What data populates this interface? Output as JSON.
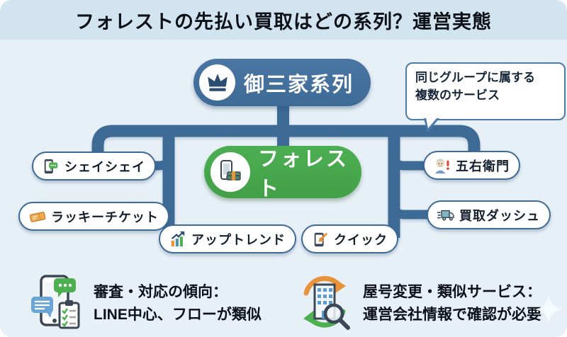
{
  "header": {
    "title": "フォレストの先払い買取はどの系列？運営実態"
  },
  "tree": {
    "root": {
      "label": "御三家系列",
      "icon": "crown-icon"
    },
    "center": {
      "label": "フォレスト",
      "icon": "smartphone-cash-icon"
    },
    "note": {
      "line1": "同じグループに属する",
      "line2": "複数のサービス"
    },
    "nodes": [
      {
        "label": "シェイシェイ",
        "icon": "phone-chat-icon"
      },
      {
        "label": "ラッキーチケット",
        "icon": "ticket-icon"
      },
      {
        "label": "アップトレンド",
        "icon": "chart-up-icon"
      },
      {
        "label": "クイック",
        "icon": "phone-arrow-icon"
      },
      {
        "label": "五右衛門",
        "icon": "old-man-icon"
      },
      {
        "label": "買取ダッシュ",
        "icon": "truck-icon"
      }
    ]
  },
  "footer": {
    "left": {
      "line1": "審査・対応の傾向：",
      "line2": "LINE中心、フローが類似",
      "icon": "phone-chats-clipboard-icon"
    },
    "right": {
      "line1": "屋号変更・類似サービス：",
      "line2": "運営会社情報で確認が必要",
      "icon": "building-rename-search-icon"
    }
  },
  "colors": {
    "accent_blue": "#3e6a96",
    "accent_green": "#47a84d",
    "body_bg": "#e7f0f7",
    "header_bg": "#d2e4f0",
    "orange": "#e8923a"
  }
}
